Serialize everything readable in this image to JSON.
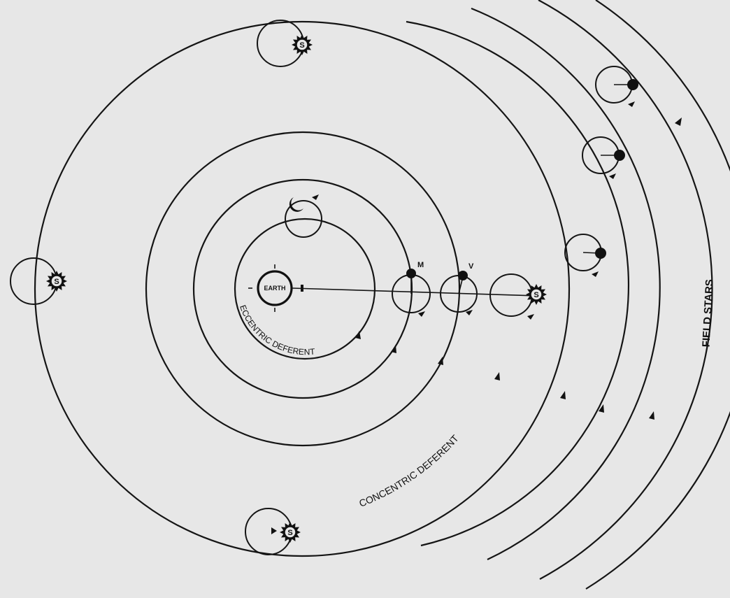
{
  "labels": {
    "earth": "EARTH",
    "eccentric_deferent": "ECCENTRIC DEFERENT",
    "concentric_deferent": "CONCENTRIC DEFERENT",
    "field_stars": "FIELD STARS",
    "mercury": "M",
    "venus": "V",
    "sun": "S"
  },
  "icons": {
    "sun": "sun-icon",
    "moon": "crescent-moon-icon",
    "planet": "planet-dot-icon"
  },
  "colors": {
    "background": "#e7e7e7",
    "ink": "#151515"
  }
}
